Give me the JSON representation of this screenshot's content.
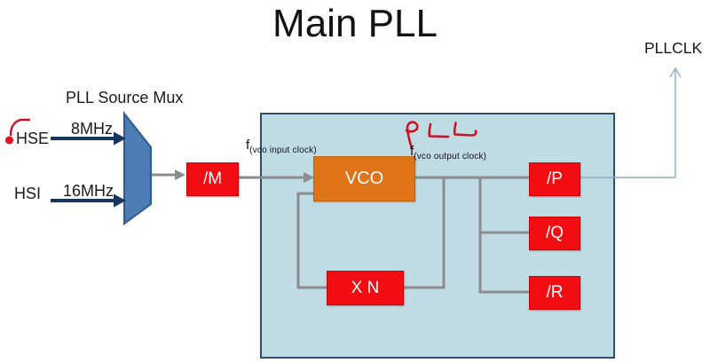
{
  "title": "Main PLL",
  "labels": {
    "pllclk": "PLLCLK",
    "mux_caption": "PLL Source Mux",
    "hse": "HSE",
    "hsi": "HSI",
    "hse_freq": "8MHz",
    "hsi_freq": "16MHz",
    "f_in_prefix": "f",
    "f_in_sub": "(vco input clock)",
    "f_out_prefix": "f",
    "f_out_sub": "(vco output clock)"
  },
  "blocks": {
    "div_m": "/M",
    "vco": "VCO",
    "mul_n": "X N",
    "div_p": "/P",
    "div_q": "/Q",
    "div_r": "/R"
  },
  "annotations": {
    "handwritten_pll": "PLL",
    "hse_mark": "red dot and curved tick pointing at HSE"
  },
  "colors": {
    "block_red": "#f10d12",
    "block_orange": "#df7317",
    "mux_blue": "#4e7cb5",
    "mux_border": "#345d90",
    "pll_box_fill": "#bfdce5",
    "pll_box_border": "#2e4d6b",
    "wire_gray": "#8c8c8c",
    "arrow_navy": "#17365d",
    "annotation_red": "#ce1126",
    "pllclk_wire": "#8fa9c7",
    "background": "#ffffff"
  }
}
